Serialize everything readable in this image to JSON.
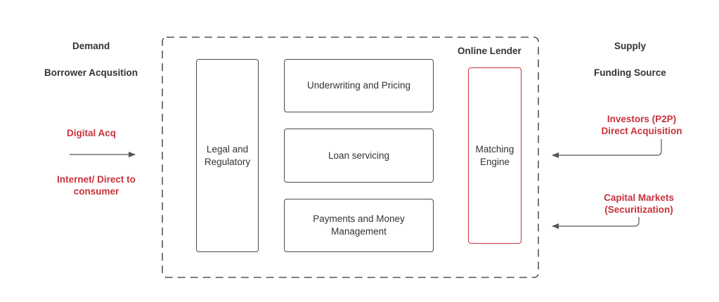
{
  "demand": {
    "title": "Demand",
    "subtitle": "Borrower Acqusition",
    "channel_1": "Digital Acq",
    "channel_2": "Internet/ Direct to\nconsumer"
  },
  "supply": {
    "title": "Supply",
    "subtitle": "Funding Source",
    "source_1": "Investors (P2P)\nDirect Acquisition",
    "source_2": "Capital Markets\n(Securitization)"
  },
  "lender": {
    "title": "Online Lender",
    "legal": "Legal and\nRegulatory",
    "underwriting": "Underwriting and Pricing",
    "loan_servicing": "Loan servicing",
    "payments": "Payments and Money\nManagement",
    "matching": "Matching\nEngine"
  },
  "colors": {
    "accent_red": "#c8323c",
    "text_dark": "#333333",
    "border_gray": "#4a4a4a",
    "arrow_gray": "#555555"
  }
}
